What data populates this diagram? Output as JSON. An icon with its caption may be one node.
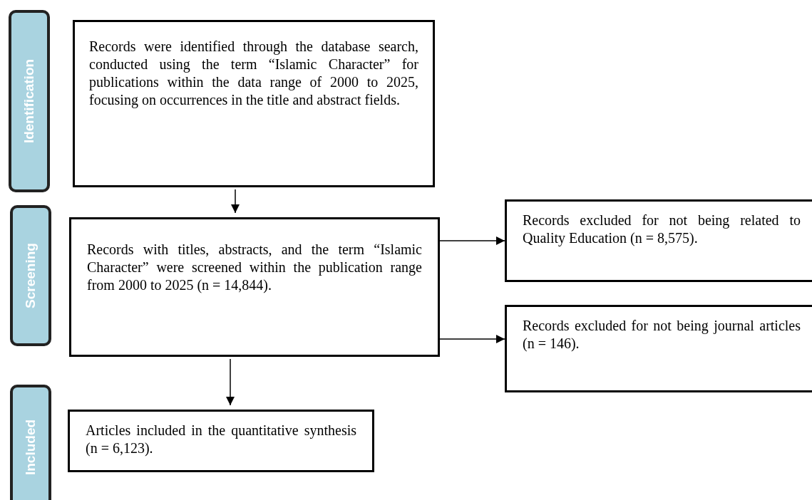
{
  "diagram": {
    "nodes": [
      {
        "text": [
          "Identification"
        ]
      },
      {
        "text": [
          "Screening"
        ]
      },
      {
        "text": [
          "Included"
        ]
      },
      {
        "text": [
          "Records were identified through the database search, conducted using the term “Islamic Character” for publications within the data range of 2000 to 2025, focusing on occurrences in the title and abstract fields."
        ]
      },
      {
        "text": [
          "Records with titles, abstracts, and the term “Islamic Character” were screened within the publication range from 2000 to 2025 (n = 14,844)."
        ]
      },
      {
        "text": [
          "Records excluded for not being related to Quality Education (n = 8,575)."
        ]
      },
      {
        "text": [
          "Records excluded for not being journal articles (n = 146)."
        ]
      },
      {
        "text": [
          "Articles included in the quantitative synthesis (n = 6,123)."
        ]
      }
    ],
    "edges": [
      {
        "from": 3,
        "to": 4,
        "arrow": "to"
      },
      {
        "from": 4,
        "to": 5,
        "arrow": "to"
      },
      {
        "from": 4,
        "to": 6,
        "arrow": "to"
      },
      {
        "from": 4,
        "to": 7,
        "arrow": "to"
      }
    ]
  }
}
